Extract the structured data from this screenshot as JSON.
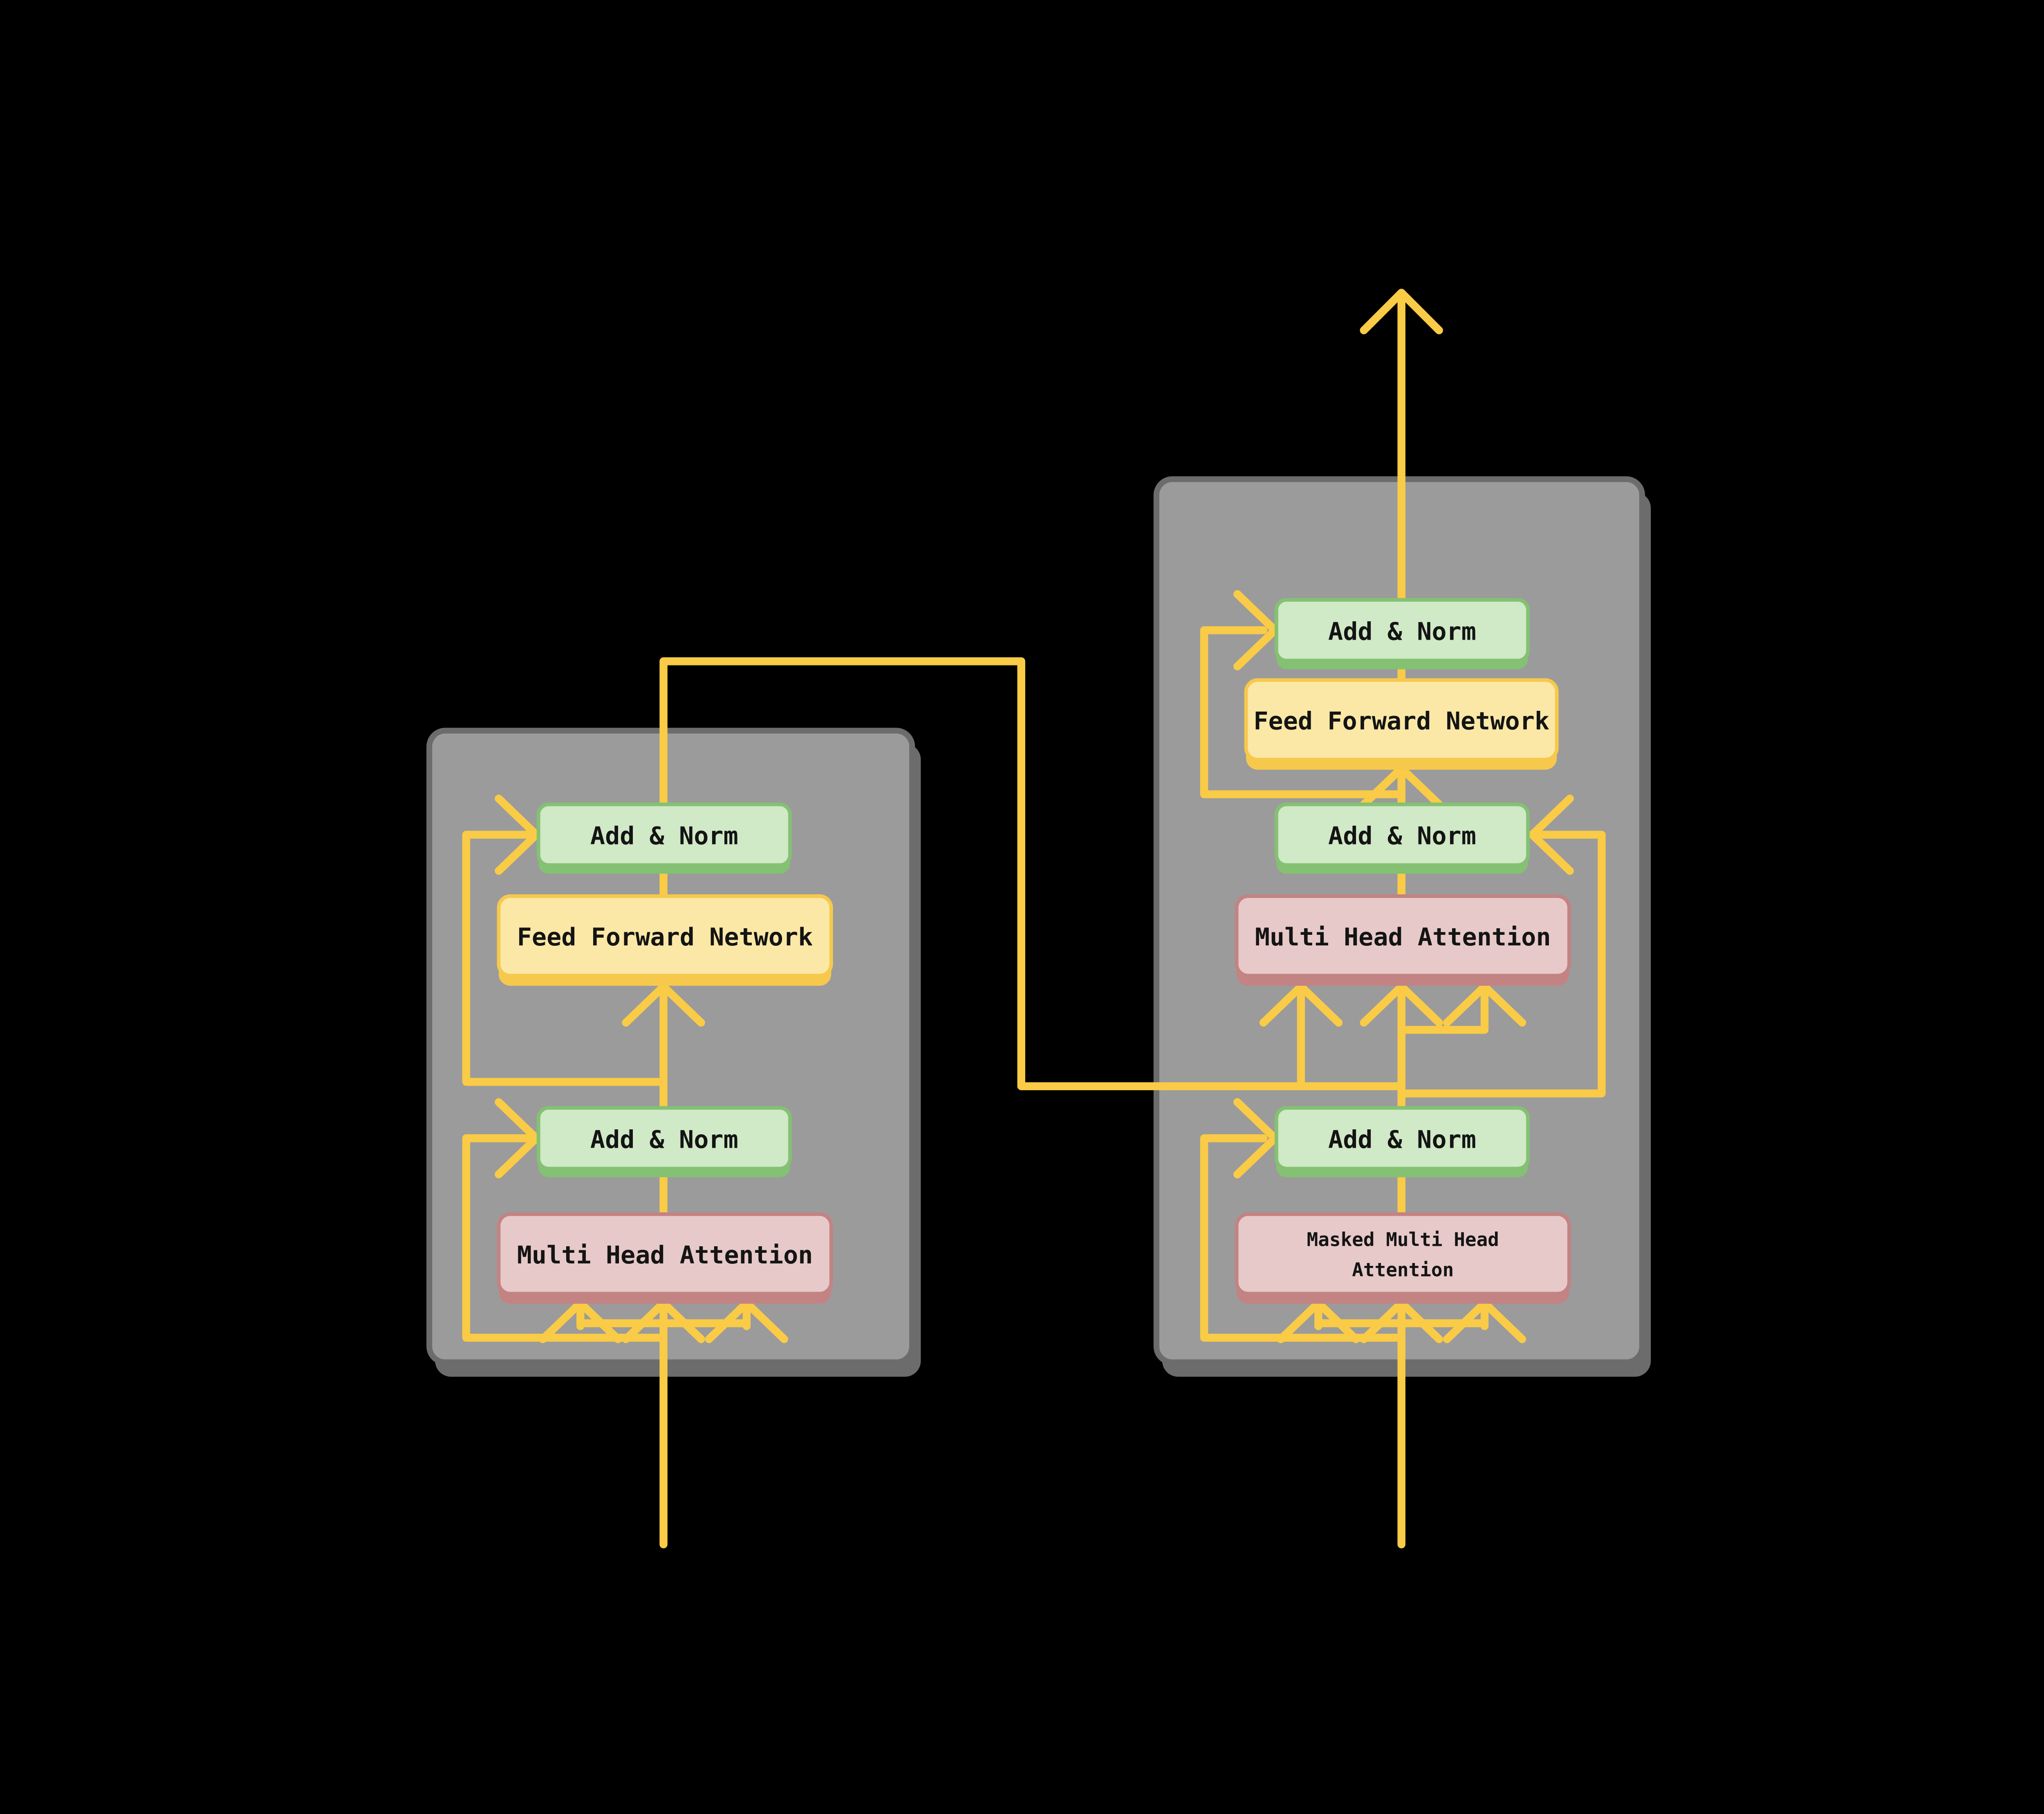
{
  "title": "Transformer encoder-decoder block diagram",
  "colors": {
    "bg": "#000000",
    "panel": "#9B9B9B",
    "panelShadow": "#6C6C6C",
    "wire": "#F9CB46",
    "greenFill": "#D0E9C6",
    "greenBorder": "#84C173",
    "pinkFill": "#E7C9C9",
    "pinkBorder": "#C38383",
    "yellowFill": "#FBE8A6",
    "yellowBorder": "#F6C94D",
    "text": "#141414"
  },
  "encoder": {
    "add_norm_top": "Add & Norm",
    "feed_forward": "Feed Forward Network",
    "add_norm_bottom": "Add & Norm",
    "multi_head_attention": "Multi Head Attention"
  },
  "decoder": {
    "add_norm_top": "Add & Norm",
    "feed_forward": "Feed Forward Network",
    "add_norm_middle": "Add & Norm",
    "multi_head_attention": "Multi Head Attention",
    "add_norm_bottom": "Add & Norm",
    "masked_mha_line1": "Masked Multi Head",
    "masked_mha_line2": "Attention"
  }
}
